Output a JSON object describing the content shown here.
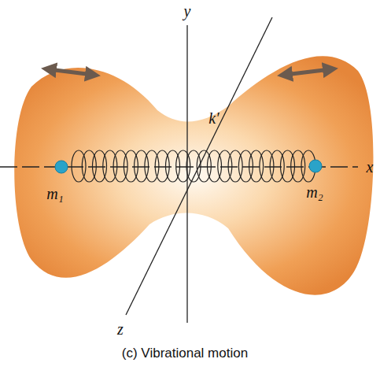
{
  "diagram": {
    "caption": "(c) Vibrational motion",
    "labels": [
      "y",
      "x",
      "z",
      "k′",
      "m₁",
      "m₂"
    ]
  }
}
